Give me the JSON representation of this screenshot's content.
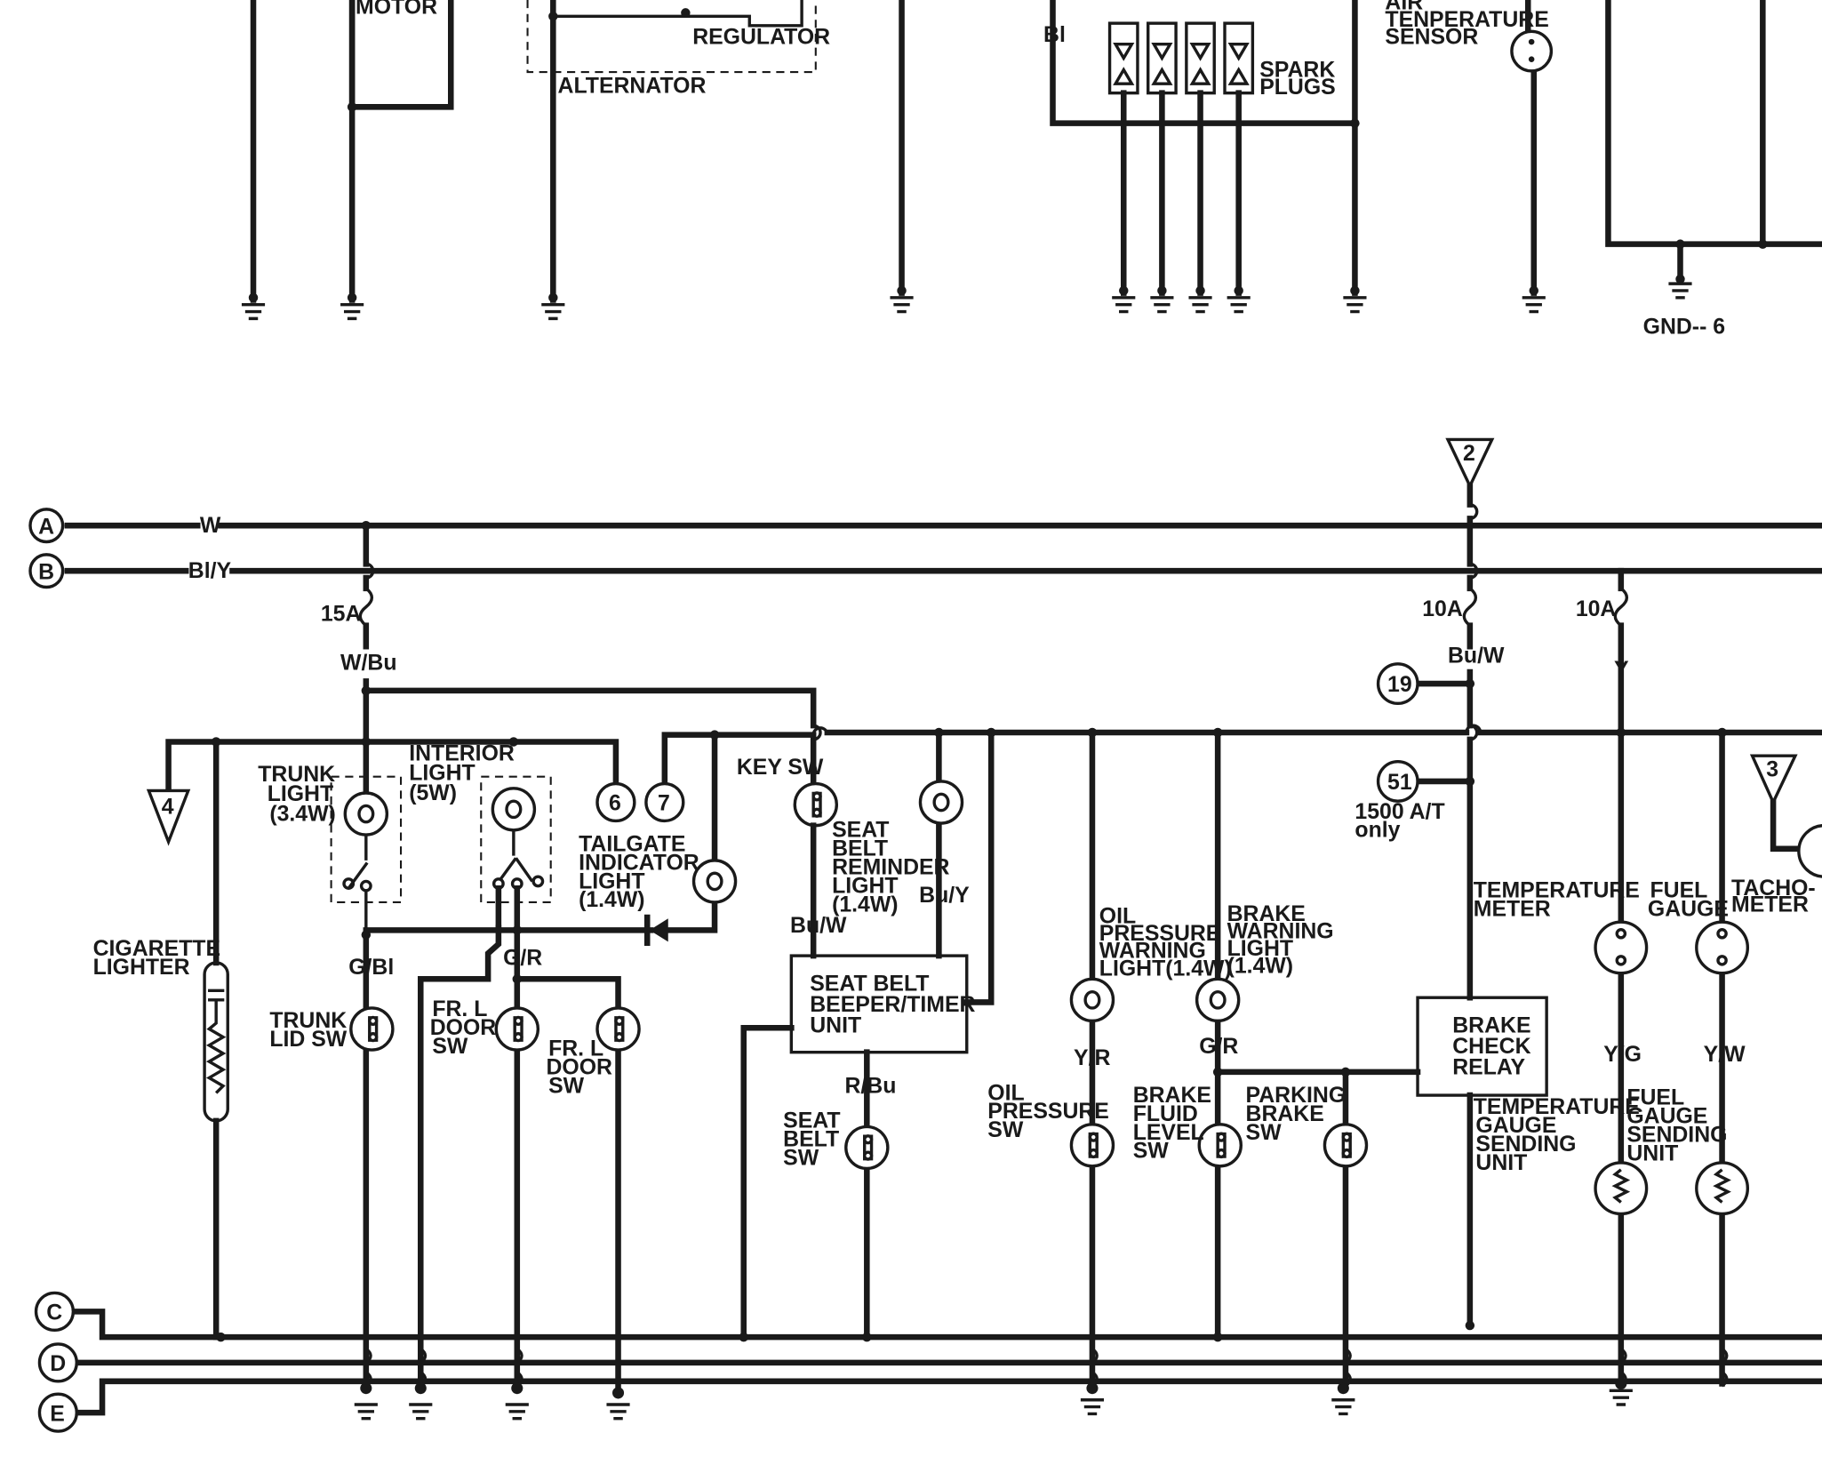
{
  "top_section": {
    "motor": "MOTOR",
    "regulator": "REGULATOR",
    "alternator": "ALTERNATOR",
    "bl_wire": "Bl",
    "spark_plugs_1": "SPARK",
    "spark_plugs_2": "PLUGS",
    "air_temp_1": "AIR",
    "air_temp_2": "TENPERATURE",
    "air_temp_3": "SENSOR",
    "gnd": "GND-- 6"
  },
  "bus": {
    "A": "A",
    "B": "B",
    "C": "C",
    "D": "D",
    "E": "E",
    "wire_A": "W",
    "wire_B": "Bl/Y"
  },
  "connectors": {
    "c2": "2",
    "c3": "3",
    "c4": "4",
    "c6": "6",
    "c7": "7",
    "c19": "19",
    "c51": "51",
    "note_51_1": "1500 A/T",
    "note_51_2": "only"
  },
  "fuses": {
    "f1": "15A",
    "f2": "10A",
    "f3": "10A"
  },
  "wires": {
    "w_bu": "W/Bu",
    "g_bl": "G/Bl",
    "g_r": "G/R",
    "bu_w": "Bu/W",
    "bu_y": "Bu/Y",
    "r_bu": "R/Bu",
    "y_r": "Y/R",
    "g_r2": "G/R",
    "bu_w2": "Bu/W",
    "y": "Y",
    "y_g": "Y/G",
    "y_w": "Y/W"
  },
  "components": {
    "trunk_light": [
      "TRUNK",
      "LIGHT",
      "(3.4W)"
    ],
    "interior_light": [
      "INTERIOR",
      "LIGHT",
      "(5W)"
    ],
    "tailgate": [
      "TAILGATE",
      "INDICATOR",
      "LIGHT",
      "(1.4W)"
    ],
    "key_sw": [
      "KEY SW"
    ],
    "seat_belt_reminder": [
      "SEAT",
      "BELT",
      "REMINDER",
      "LIGHT",
      "(1.4W)"
    ],
    "cigarette_lighter": [
      "CIGARETTE",
      "LIGHTER"
    ],
    "trunk_lid_sw": [
      "TRUNK",
      "LID SW"
    ],
    "fr_l_door_sw_1": [
      "FR. L",
      "DOOR",
      "SW"
    ],
    "fr_l_door_sw_2": [
      "FR. L",
      "DOOR",
      "SW"
    ],
    "seat_belt_unit": [
      "SEAT BELT",
      "BEEPER/TIMER",
      "UNIT"
    ],
    "seat_belt_sw": [
      "SEAT",
      "BELT",
      "SW"
    ],
    "oil_warning": [
      "OIL",
      "PRESSURE",
      "WARNING",
      "LIGHT(1.4W)"
    ],
    "brake_warning": [
      "BRAKE",
      "WARNING",
      "LIGHT",
      "(1.4W)"
    ],
    "oil_pressure_sw": [
      "OIL",
      "PRESSURE",
      "SW"
    ],
    "brake_fluid": [
      "BRAKE",
      "FLUID",
      "LEVEL",
      "SW"
    ],
    "parking_brake": [
      "PARKING",
      "BRAKE",
      "SW"
    ],
    "brake_check_relay": [
      "BRAKE",
      "CHECK",
      "RELAY"
    ],
    "temp_meter": [
      "TEMPERATURE",
      "METER"
    ],
    "temp_sending": [
      "TEMPERATURE",
      "GAUGE",
      "SENDING",
      "UNIT"
    ],
    "fuel_gauge": [
      "FUEL",
      "GAUGE"
    ],
    "fuel_sending": [
      "FUEL",
      "GAUGE",
      "SENDING",
      "UNIT"
    ],
    "tacho": [
      "TACHO-",
      "METER"
    ]
  }
}
